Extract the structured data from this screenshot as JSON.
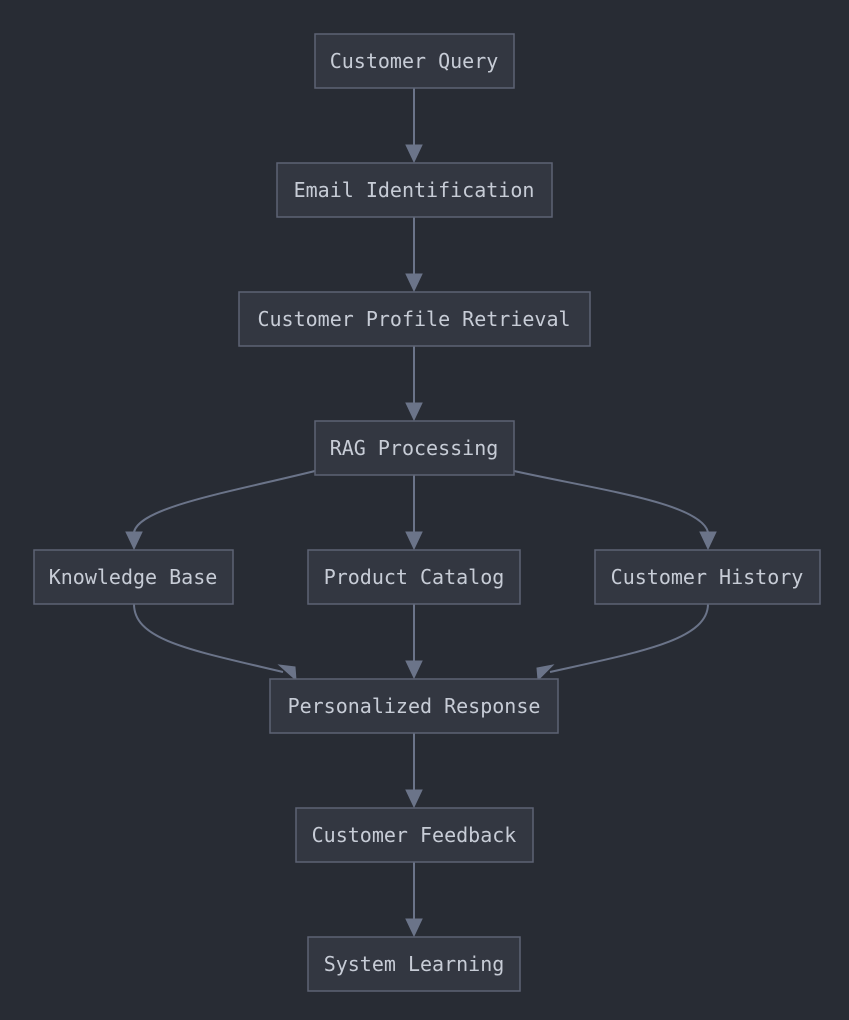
{
  "diagram": {
    "type": "flowchart",
    "colors": {
      "background": "#282c34",
      "node_fill": "#333741",
      "node_border": "#5d6374",
      "text": "#c7ccd6",
      "edge": "#6b7489"
    },
    "nodes": {
      "customer_query": "Customer Query",
      "email_identification": "Email Identification",
      "profile_retrieval": "Customer Profile Retrieval",
      "rag_processing": "RAG Processing",
      "knowledge_base": "Knowledge Base",
      "product_catalog": "Product Catalog",
      "customer_history": "Customer History",
      "personalized_response": "Personalized Response",
      "customer_feedback": "Customer Feedback",
      "system_learning": "System Learning"
    },
    "edges": [
      {
        "from": "customer_query",
        "to": "email_identification"
      },
      {
        "from": "email_identification",
        "to": "profile_retrieval"
      },
      {
        "from": "profile_retrieval",
        "to": "rag_processing"
      },
      {
        "from": "rag_processing",
        "to": "knowledge_base"
      },
      {
        "from": "rag_processing",
        "to": "product_catalog"
      },
      {
        "from": "rag_processing",
        "to": "customer_history"
      },
      {
        "from": "knowledge_base",
        "to": "personalized_response"
      },
      {
        "from": "product_catalog",
        "to": "personalized_response"
      },
      {
        "from": "customer_history",
        "to": "personalized_response"
      },
      {
        "from": "personalized_response",
        "to": "customer_feedback"
      },
      {
        "from": "customer_feedback",
        "to": "system_learning"
      }
    ]
  }
}
